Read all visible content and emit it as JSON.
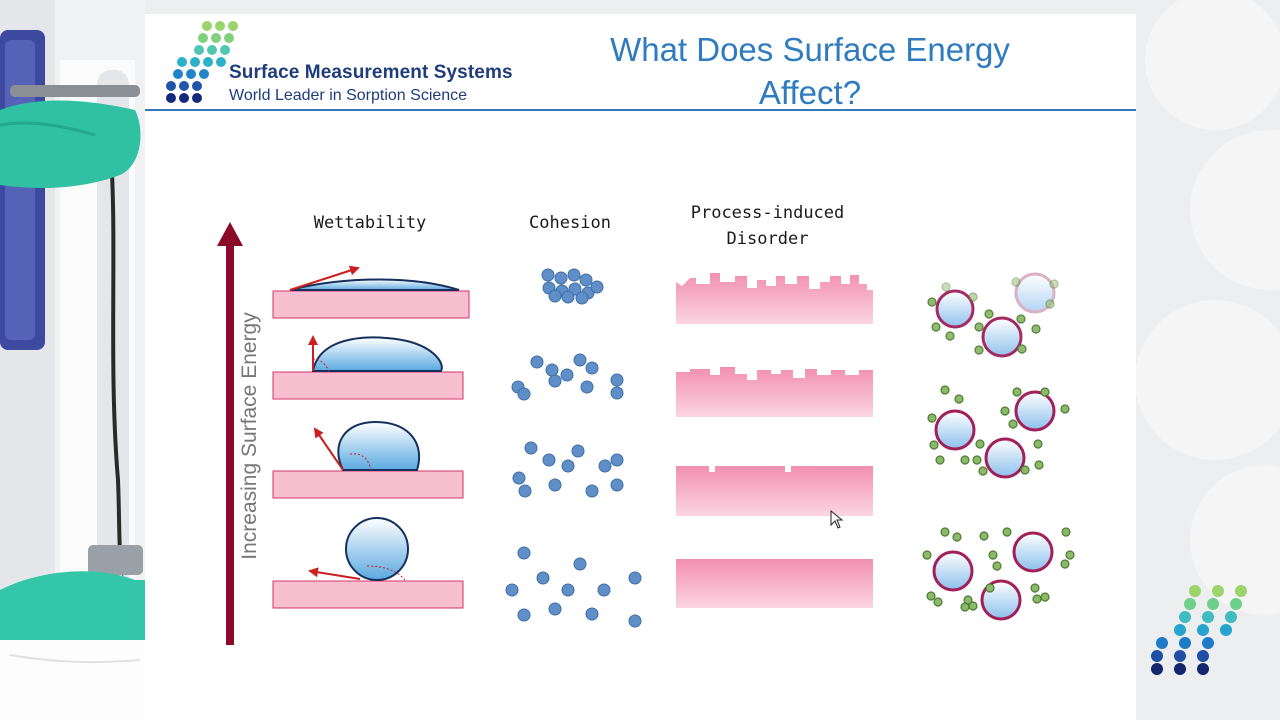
{
  "brand": {
    "name": "Surface Measurement Systems",
    "tagline": "World Leader in Sorption Science"
  },
  "slide": {
    "title_line1": "What Does Surface Energy",
    "title_line2": "Affect?",
    "axis_label": "Increasing Surface Energy",
    "columns": {
      "wettability": "Wettability",
      "cohesion": "Cohesion",
      "disorder_line1": "Process-induced",
      "disorder_line2": "Disorder"
    }
  },
  "colors": {
    "title": "#2e7bbf",
    "brand_text": "#1f3d7a",
    "arrow": "#8b0a2a",
    "substrate": "#f4a6bd",
    "particle": "#5f8fc6",
    "host_ring": "#a0205a",
    "guest": "#8ab96a"
  },
  "icons": {
    "logo": "dot-grid-logo-icon",
    "cursor": "mouse-pointer-icon"
  }
}
